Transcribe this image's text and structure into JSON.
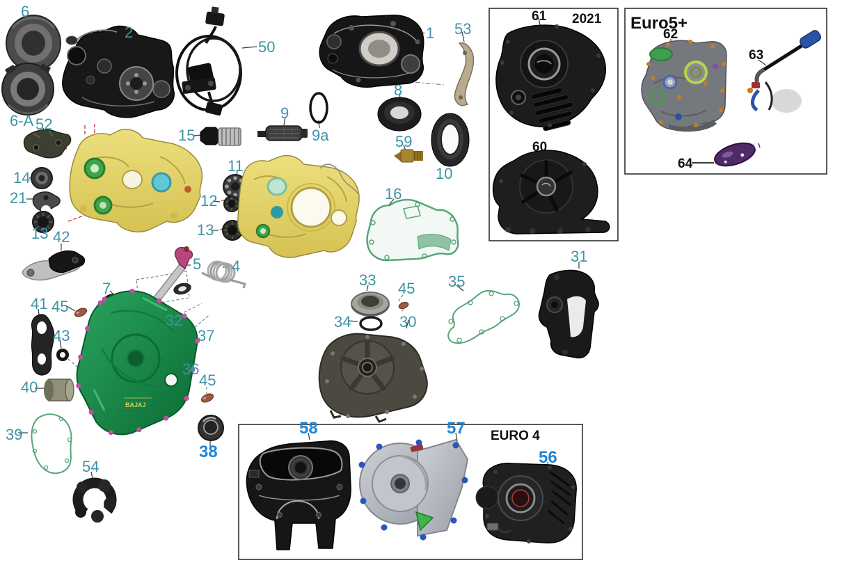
{
  "diagram": {
    "kind": "exploded-engine-parts-diagram",
    "subject": "motorcycle engine crankcase, covers, bearings, seals and gaskets",
    "brand_text_on_cover": "BAJAJ"
  },
  "colors": {
    "background": "#ffffff",
    "callout_teal": "#3f93a6",
    "callout_blue": "#1e86d8",
    "callout_black": "#101010",
    "crankcase_yellow": "#e6d567",
    "clutch_cover_green": "#1f9150",
    "gasket_green": "#56a678",
    "gasket_magenta_dots": "#c24fa0",
    "reference_dash_red": "#c03030",
    "brass_jet": "#a8862f",
    "copper_pin": "#9e5a42",
    "euro4_cover_silver": "#b9bcc2",
    "blue_bolts": "#2a55c0",
    "dipstick_handle_blue": "#2a52a8",
    "part64_purple": "#4e2a66",
    "box_border": "#222222"
  },
  "groups": {
    "variant_2021": {
      "label": "2021",
      "part_ids": [
        "61",
        "60"
      ]
    },
    "euro5plus": {
      "label": "Euro5+",
      "part_ids": [
        "62",
        "63",
        "64"
      ]
    },
    "euro4": {
      "label": "EURO 4",
      "part_ids": [
        "58",
        "57",
        "56"
      ]
    }
  },
  "callouts": [
    {
      "text": "6",
      "style": "teal"
    },
    {
      "text": "6-A",
      "style": "teal"
    },
    {
      "text": "2",
      "style": "teal"
    },
    {
      "text": "50",
      "style": "teal"
    },
    {
      "text": "1",
      "style": "teal"
    },
    {
      "text": "53",
      "style": "teal"
    },
    {
      "text": "8",
      "style": "teal"
    },
    {
      "text": "9",
      "style": "teal"
    },
    {
      "text": "9a",
      "style": "teal"
    },
    {
      "text": "15",
      "style": "teal"
    },
    {
      "text": "59",
      "style": "teal"
    },
    {
      "text": "10",
      "style": "teal"
    },
    {
      "text": "52",
      "style": "teal"
    },
    {
      "text": "14",
      "style": "teal"
    },
    {
      "text": "21",
      "style": "teal"
    },
    {
      "text": "13",
      "style": "teal"
    },
    {
      "text": "11",
      "style": "teal"
    },
    {
      "text": "12",
      "style": "teal"
    },
    {
      "text": "13",
      "style": "teal"
    },
    {
      "text": "16",
      "style": "teal"
    },
    {
      "text": "42",
      "style": "teal"
    },
    {
      "text": "5",
      "style": "teal"
    },
    {
      "text": "4",
      "style": "teal"
    },
    {
      "text": "7",
      "style": "teal"
    },
    {
      "text": "45",
      "style": "teal"
    },
    {
      "text": "41",
      "style": "teal"
    },
    {
      "text": "43",
      "style": "teal"
    },
    {
      "text": "32",
      "style": "teal"
    },
    {
      "text": "37",
      "style": "teal"
    },
    {
      "text": "40",
      "style": "teal"
    },
    {
      "text": "36",
      "style": "teal"
    },
    {
      "text": "45",
      "style": "teal"
    },
    {
      "text": "39",
      "style": "teal"
    },
    {
      "text": "54",
      "style": "teal"
    },
    {
      "text": "38",
      "style": "blue"
    },
    {
      "text": "33",
      "style": "teal"
    },
    {
      "text": "45",
      "style": "teal"
    },
    {
      "text": "34",
      "style": "teal"
    },
    {
      "text": "30",
      "style": "teal"
    },
    {
      "text": "35",
      "style": "teal"
    },
    {
      "text": "31",
      "style": "teal"
    },
    {
      "text": "61",
      "style": "black"
    },
    {
      "text": "60",
      "style": "black"
    },
    {
      "text": "62",
      "style": "black"
    },
    {
      "text": "63",
      "style": "black"
    },
    {
      "text": "64",
      "style": "black"
    },
    {
      "text": "58",
      "style": "blue"
    },
    {
      "text": "57",
      "style": "blue"
    },
    {
      "text": "56",
      "style": "blue"
    }
  ]
}
